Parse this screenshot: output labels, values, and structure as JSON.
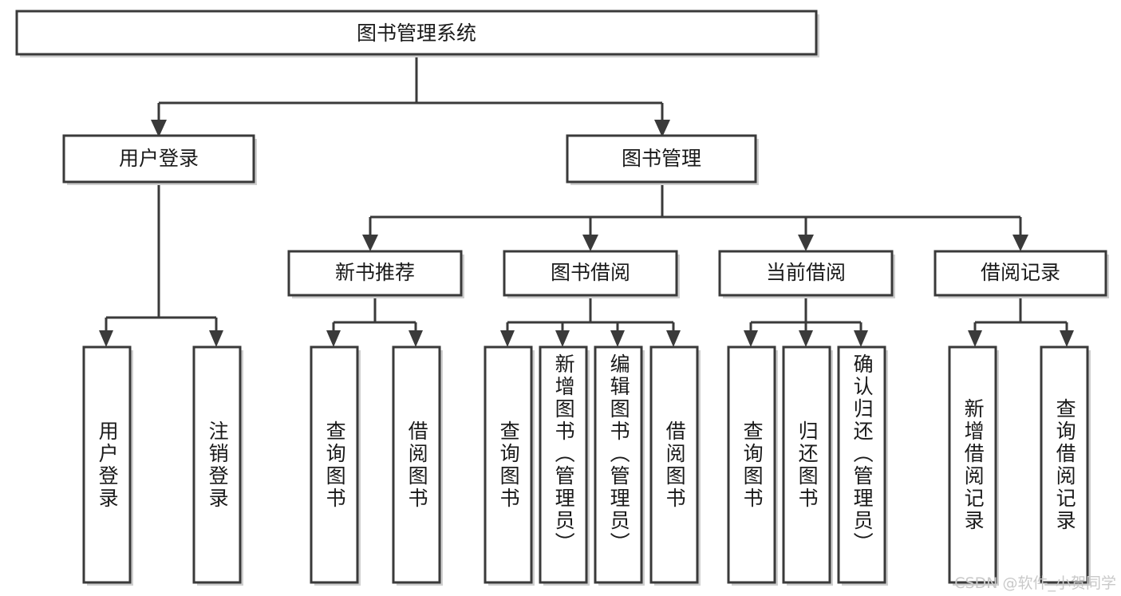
{
  "diagram": {
    "type": "tree",
    "title": "图书管理系统",
    "root": {
      "label": "图书管理系统"
    },
    "level2": [
      {
        "label": "用户登录"
      },
      {
        "label": "图书管理"
      }
    ],
    "level3": [
      {
        "label": "新书推荐"
      },
      {
        "label": "图书借阅"
      },
      {
        "label": "当前借阅"
      },
      {
        "label": "借阅记录"
      }
    ],
    "leaves": {
      "user_login": [
        {
          "label": "用户登录"
        },
        {
          "label": "注销登录"
        }
      ],
      "new_book_rec": [
        {
          "label": "查询图书"
        },
        {
          "label": "借阅图书"
        }
      ],
      "book_borrow": [
        {
          "label": "查询图书"
        },
        {
          "label": "新增图书（管理员）"
        },
        {
          "label": "编辑图书（管理员）"
        },
        {
          "label": "借阅图书"
        }
      ],
      "current_borrow": [
        {
          "label": "查询图书"
        },
        {
          "label": "归还图书"
        },
        {
          "label": "确认归还（管理员）"
        }
      ],
      "borrow_record": [
        {
          "label": "新增借阅记录"
        },
        {
          "label": "查询借阅记录"
        }
      ]
    }
  },
  "watermark": {
    "text": "CSDN @软件_小贺同学"
  },
  "colors": {
    "box_stroke": "#3a3a3a",
    "box_fill": "#ffffff",
    "line": "#3a3a3a",
    "text": "#1a1a1a",
    "watermark": "#c9c9c9",
    "shadow": "#cfcfcf"
  }
}
